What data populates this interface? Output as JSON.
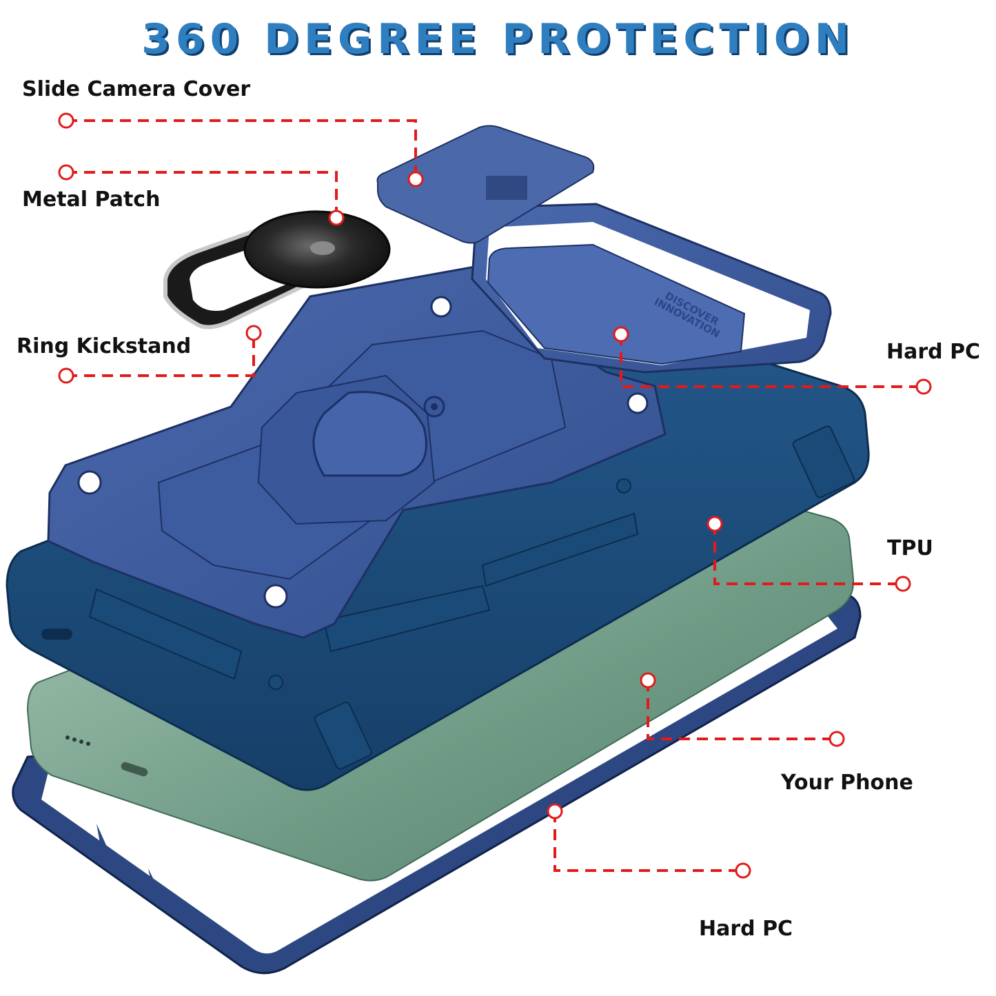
{
  "title": "360 DEGREE PROTECTION",
  "labels": {
    "slide_camera_cover": "Slide Camera Cover",
    "metal_patch": "Metal Patch",
    "ring_kickstand": "Ring Kickstand",
    "hard_pc_top": "Hard PC",
    "tpu": "TPU",
    "your_phone": "Your Phone",
    "hard_pc_bottom": "Hard PC"
  },
  "embossed_text": {
    "line1": "DISCOVER",
    "line2": "INNOVATION"
  },
  "colors": {
    "title_blue": "#2f7fc0",
    "title_shadow": "#0e3f6e",
    "leader_red": "#e11b1b",
    "case_blue": "#3a5a9c",
    "tpu_navy": "#1d4e7e",
    "phone_green": "#7fa692",
    "ring_black": "#1c1c1c",
    "ring_silver": "#c8c8c8"
  }
}
